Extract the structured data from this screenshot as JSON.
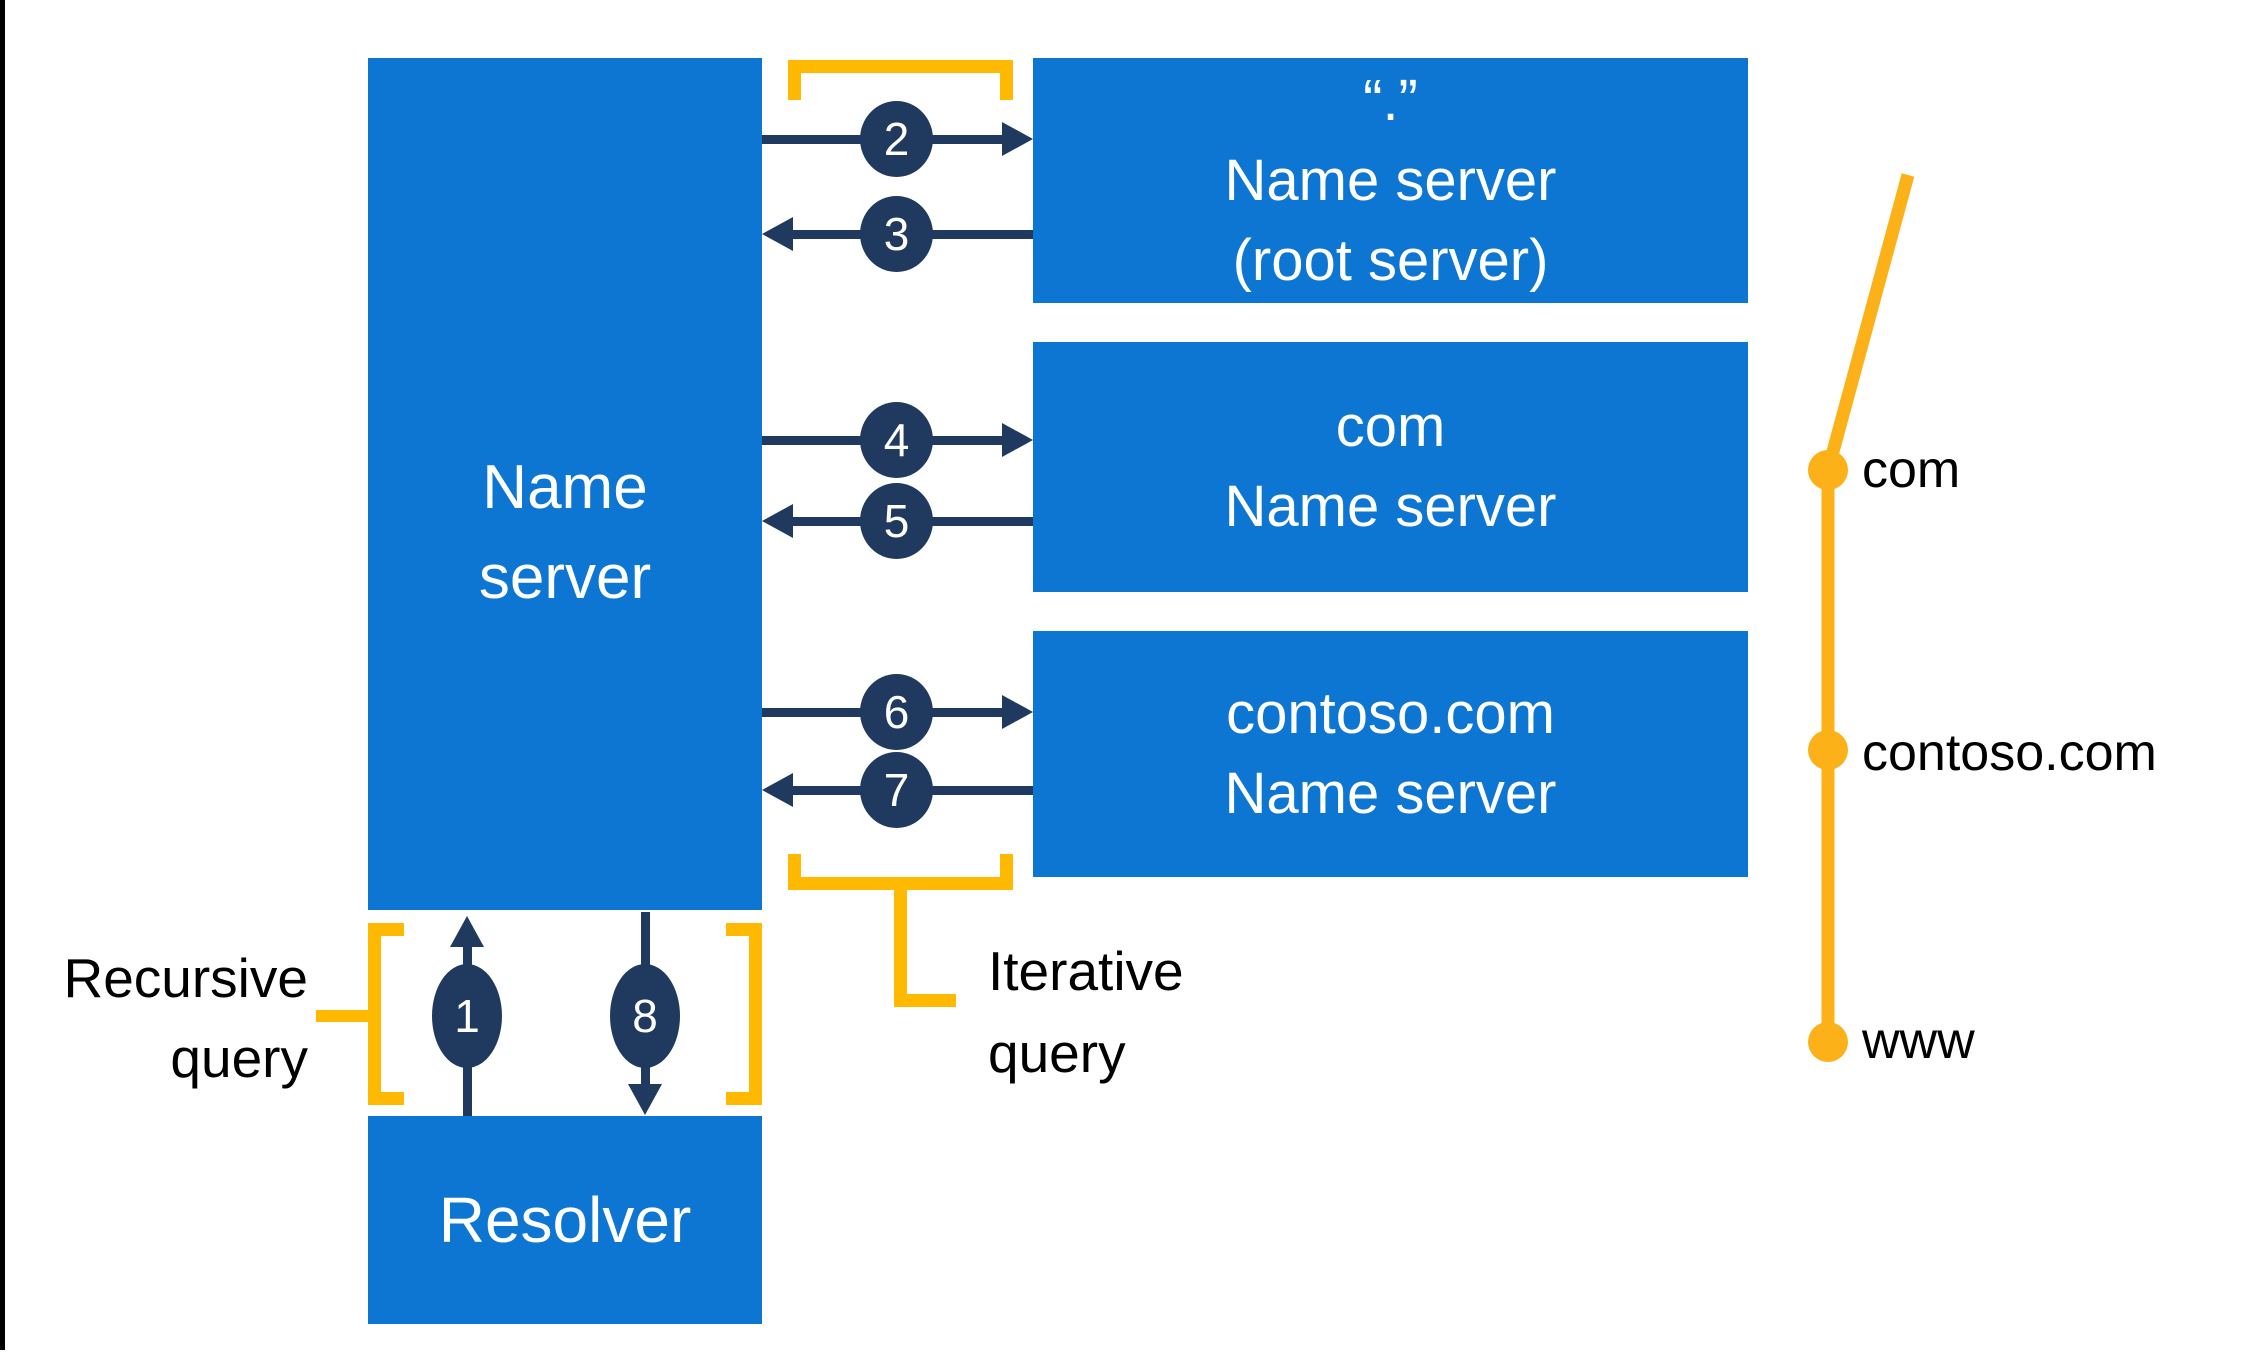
{
  "palette": {
    "box_blue": "#0c76d2",
    "arrow_navy": "#20395f",
    "bracket_orange": "#ffb900",
    "tree_orange": "#fbb117",
    "label_black": "#000000"
  },
  "boxes": {
    "name_server": {
      "line1": "Name",
      "line2": "server"
    },
    "resolver": {
      "label": "Resolver"
    },
    "root": {
      "line1": "“.”",
      "line2": "Name server",
      "line3": "(root server)"
    },
    "com": {
      "line1": "com",
      "line2": "Name server"
    },
    "contoso": {
      "line1": "contoso.com",
      "line2": "Name server"
    }
  },
  "steps": [
    {
      "label": "1",
      "direction": "up"
    },
    {
      "label": "2",
      "direction": "right"
    },
    {
      "label": "3",
      "direction": "left"
    },
    {
      "label": "4",
      "direction": "right"
    },
    {
      "label": "5",
      "direction": "left"
    },
    {
      "label": "6",
      "direction": "right"
    },
    {
      "label": "7",
      "direction": "left"
    },
    {
      "label": "8",
      "direction": "down"
    }
  ],
  "labels": {
    "recursive_line1": "Recursive",
    "recursive_line2": "query",
    "iterative_line1": "Iterative",
    "iterative_line2": "query"
  },
  "tree": {
    "node1": "com",
    "node2": "contoso.com",
    "node3": "www"
  }
}
